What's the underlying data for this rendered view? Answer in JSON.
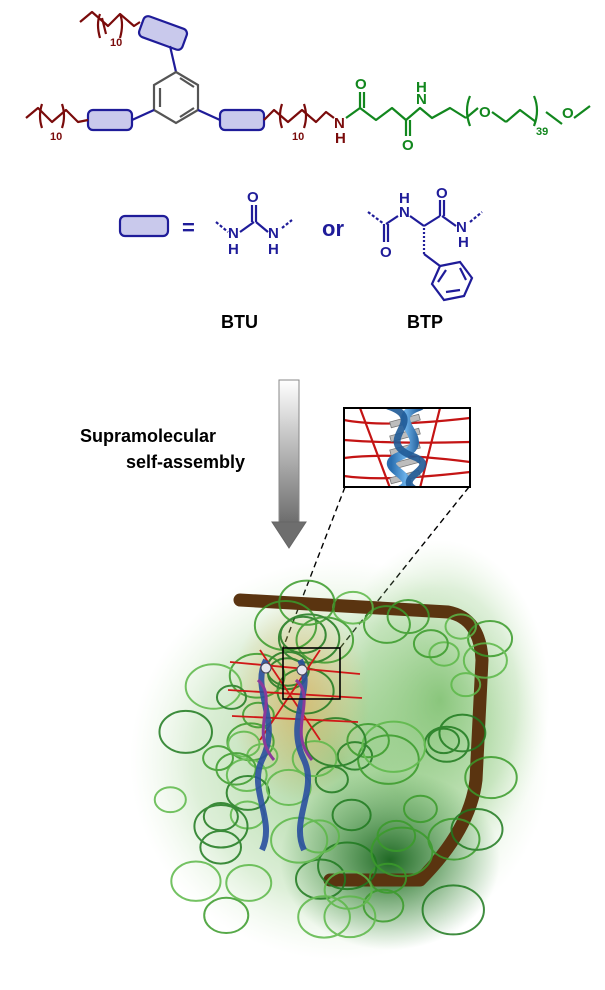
{
  "colors": {
    "alkyl": "#7a0b0b",
    "core": "#1f1c99",
    "peg": "#12871e",
    "box_fill": "#c9c9ec",
    "benzene": "#555555",
    "arrow": "#8a8a8a",
    "fibre_brown": "#5a3410",
    "coil_green": "#3a9b2a"
  },
  "molecule": {
    "atom_n": "N",
    "atom_h": "H",
    "atom_o": "O",
    "chain_repeat_top": "10",
    "chain_repeat_left": "10",
    "chain_repeat_right": "10",
    "peg_repeat": "39"
  },
  "legend": {
    "equals": "=",
    "or": "or",
    "label_btu": "BTU",
    "label_btp": "BTP"
  },
  "process": {
    "line1": "Supramolecular",
    "line2": "self-assembly"
  }
}
